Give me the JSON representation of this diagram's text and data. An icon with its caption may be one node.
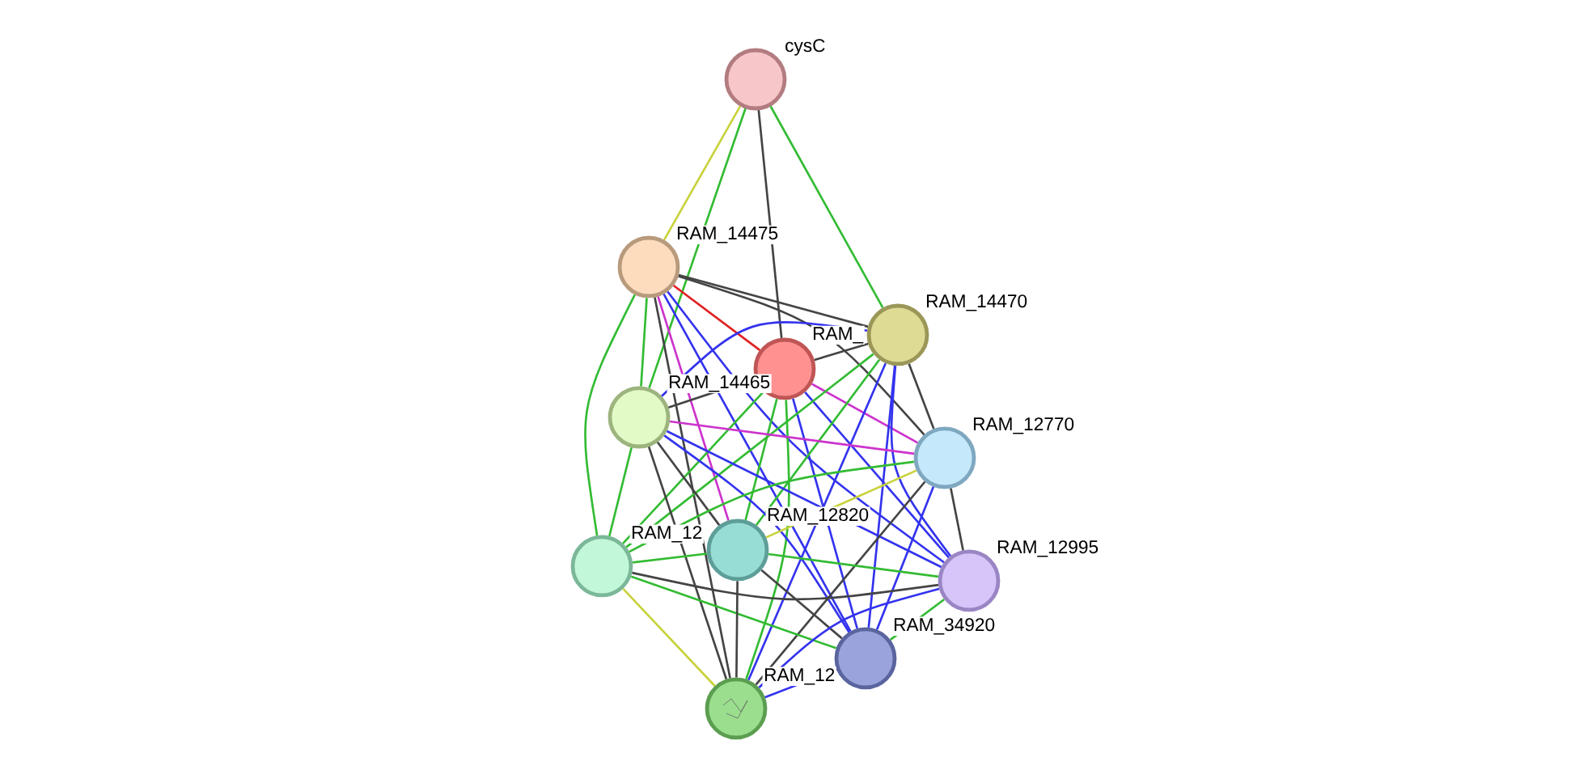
{
  "diagram": {
    "nodes": [
      {
        "text": [],
        "shape": "circle",
        "beside": [
          "cysC"
        ]
      },
      {
        "text": [],
        "shape": "circle",
        "beside": [
          "RAM_14475"
        ]
      },
      {
        "text": [],
        "shape": "circle",
        "beside": [
          "RAM_"
        ]
      },
      {
        "text": [],
        "shape": "circle",
        "beside": [
          "RAM_14470"
        ]
      },
      {
        "text": [],
        "shape": "circle",
        "beside": [
          "RAM_14465"
        ]
      },
      {
        "text": [],
        "shape": "circle",
        "beside": [
          "RAM_12770"
        ]
      },
      {
        "text": [],
        "shape": "circle",
        "beside": [
          "RAM_12"
        ]
      },
      {
        "text": [],
        "shape": "circle",
        "beside": [
          "RAM_12820"
        ]
      },
      {
        "text": [],
        "shape": "circle",
        "beside": [
          "RAM_12995"
        ]
      },
      {
        "text": [],
        "shape": "circle",
        "beside": [
          "RAM_34920"
        ]
      },
      {
        "text": [],
        "shape": "circle",
        "beside": [
          "RAM_12"
        ]
      }
    ],
    "edges": [
      {
        "from": 0,
        "to": 1,
        "arrow": "none",
        "color": "#c8d23c"
      },
      {
        "from": 0,
        "to": 2,
        "arrow": "none",
        "color": "#444444"
      },
      {
        "from": 0,
        "to": 3,
        "arrow": "none",
        "color": "#33bb33"
      },
      {
        "from": 0,
        "to": 4,
        "arrow": "none",
        "color": "#33bb33"
      },
      {
        "from": 1,
        "to": 2,
        "arrow": "none",
        "color": "#e02020"
      },
      {
        "from": 1,
        "to": 3,
        "arrow": "none",
        "color": "#444444"
      },
      {
        "from": 1,
        "to": 4,
        "arrow": "none",
        "color": "#33bb33"
      },
      {
        "from": 1,
        "to": 5,
        "arrow": "none",
        "color": "#444444"
      },
      {
        "from": 1,
        "to": 6,
        "arrow": "none",
        "color": "#33bb33"
      },
      {
        "from": 1,
        "to": 7,
        "arrow": "none",
        "color": "#cc33cc"
      },
      {
        "from": 1,
        "to": 8,
        "arrow": "none",
        "color": "#3333ee"
      },
      {
        "from": 1,
        "to": 9,
        "arrow": "none",
        "color": "#3333ee"
      },
      {
        "from": 1,
        "to": 10,
        "arrow": "none",
        "color": "#444444"
      },
      {
        "from": 2,
        "to": 3,
        "arrow": "none",
        "color": "#444444"
      },
      {
        "from": 2,
        "to": 4,
        "arrow": "none",
        "color": "#444444"
      },
      {
        "from": 2,
        "to": 5,
        "arrow": "none",
        "color": "#cc33cc"
      },
      {
        "from": 2,
        "to": 6,
        "arrow": "none",
        "color": "#33bb33"
      },
      {
        "from": 2,
        "to": 7,
        "arrow": "none",
        "color": "#33bb33"
      },
      {
        "from": 2,
        "to": 8,
        "arrow": "none",
        "color": "#3333ee"
      },
      {
        "from": 2,
        "to": 9,
        "arrow": "none",
        "color": "#3333ee"
      },
      {
        "from": 2,
        "to": 10,
        "arrow": "none",
        "color": "#33bb33"
      },
      {
        "from": 3,
        "to": 4,
        "arrow": "none",
        "color": "#3333ee"
      },
      {
        "from": 3,
        "to": 5,
        "arrow": "none",
        "color": "#444444"
      },
      {
        "from": 3,
        "to": 6,
        "arrow": "none",
        "color": "#33bb33"
      },
      {
        "from": 3,
        "to": 7,
        "arrow": "none",
        "color": "#33bb33"
      },
      {
        "from": 3,
        "to": 8,
        "arrow": "none",
        "color": "#3333ee"
      },
      {
        "from": 3,
        "to": 9,
        "arrow": "none",
        "color": "#3333ee"
      },
      {
        "from": 3,
        "to": 10,
        "arrow": "none",
        "color": "#3333ee"
      },
      {
        "from": 4,
        "to": 5,
        "arrow": "none",
        "color": "#cc33cc"
      },
      {
        "from": 4,
        "to": 6,
        "arrow": "none",
        "color": "#33bb33"
      },
      {
        "from": 4,
        "to": 7,
        "arrow": "none",
        "color": "#444444"
      },
      {
        "from": 4,
        "to": 8,
        "arrow": "none",
        "color": "#3333ee"
      },
      {
        "from": 4,
        "to": 9,
        "arrow": "none",
        "color": "#3333ee"
      },
      {
        "from": 4,
        "to": 10,
        "arrow": "none",
        "color": "#444444"
      },
      {
        "from": 5,
        "to": 6,
        "arrow": "none",
        "color": "#33bb33"
      },
      {
        "from": 5,
        "to": 7,
        "arrow": "none",
        "color": "#c8d23c"
      },
      {
        "from": 5,
        "to": 8,
        "arrow": "none",
        "color": "#444444"
      },
      {
        "from": 5,
        "to": 9,
        "arrow": "none",
        "color": "#3333ee"
      },
      {
        "from": 5,
        "to": 10,
        "arrow": "none",
        "color": "#444444"
      },
      {
        "from": 6,
        "to": 7,
        "arrow": "none",
        "color": "#33bb33"
      },
      {
        "from": 6,
        "to": 8,
        "arrow": "none",
        "color": "#444444"
      },
      {
        "from": 6,
        "to": 9,
        "arrow": "none",
        "color": "#33bb33"
      },
      {
        "from": 6,
        "to": 10,
        "arrow": "none",
        "color": "#c8d23c"
      },
      {
        "from": 7,
        "to": 8,
        "arrow": "none",
        "color": "#33bb33"
      },
      {
        "from": 7,
        "to": 9,
        "arrow": "none",
        "color": "#444444"
      },
      {
        "from": 7,
        "to": 10,
        "arrow": "none",
        "color": "#444444"
      },
      {
        "from": 8,
        "to": 9,
        "arrow": "none",
        "color": "#33bb33"
      },
      {
        "from": 8,
        "to": 10,
        "arrow": "none",
        "color": "#3333ee"
      },
      {
        "from": 9,
        "to": 10,
        "arrow": "none",
        "color": "#3333ee"
      }
    ]
  }
}
